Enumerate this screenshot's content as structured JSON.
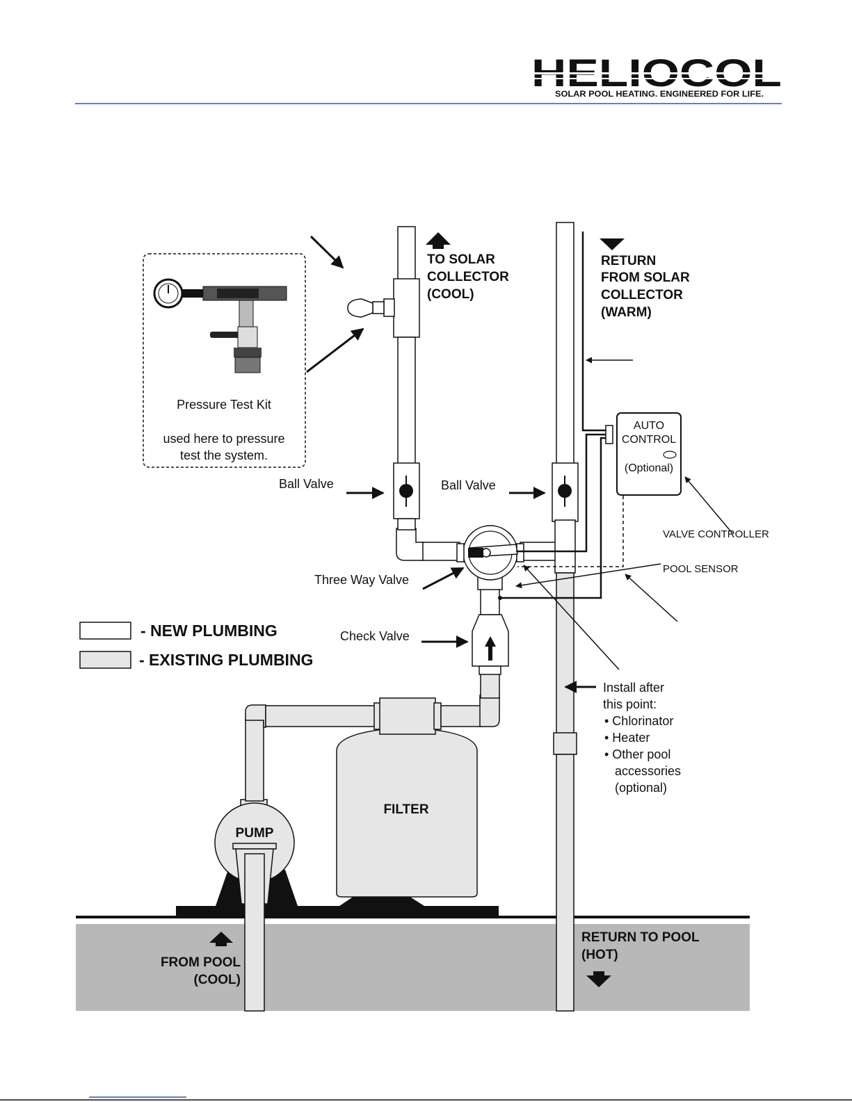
{
  "logo": {
    "brand": "HELIOCOL",
    "tagline": "SOLAR POOL HEATING. ENGINEERED FOR LIFE."
  },
  "colors": {
    "header_rule": "#3f4fa8",
    "ground": "#b8b8b8",
    "existing_pipe": "#e6e6e6",
    "new_pipe": "#ffffff",
    "ink": "#111111"
  },
  "labels": {
    "to_solar": [
      "TO SOLAR",
      "COLLECTOR",
      "(COOL)"
    ],
    "return_solar": [
      "RETURN",
      "FROM SOLAR",
      "COLLECTOR",
      "(WARM)"
    ],
    "pressure_kit_title": "Pressure Test Kit",
    "pressure_kit_desc": [
      "used here to pressure",
      "test the system."
    ],
    "ball_valve_left": "Ball Valve",
    "ball_valve_right": "Ball Valve",
    "three_way_valve": "Three Way Valve",
    "check_valve": "Check Valve",
    "auto_control": [
      "AUTO",
      "CONTROL",
      "(Optional)"
    ],
    "valve_controller": "VALVE CONTROLLER",
    "pool_sensor": "POOL SENSOR",
    "install_after": [
      "Install after",
      "this point:"
    ],
    "install_items": [
      "• Chlorinator",
      "• Heater",
      "• Other pool",
      "accessories",
      "(optional)"
    ],
    "filter": "FILTER",
    "pump": "PUMP",
    "from_pool": [
      "FROM POOL",
      "(COOL)"
    ],
    "return_pool": [
      "RETURN TO POOL",
      "(HOT)"
    ]
  },
  "legend": [
    {
      "label": "- NEW PLUMBING",
      "fill": "#ffffff"
    },
    {
      "label": "- EXISTING PLUMBING",
      "fill": "#e6e6e6"
    }
  ]
}
